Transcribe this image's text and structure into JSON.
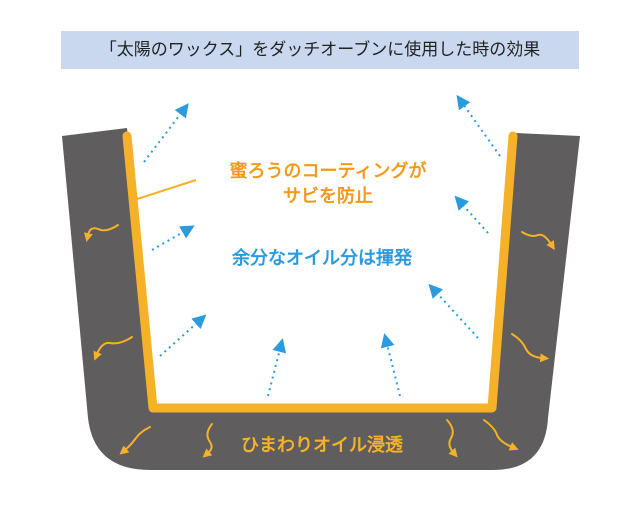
{
  "title": "「太陽のワックス」をダッチオーブンに使用した時の効果",
  "labels": {
    "wax_coating_line1": "蜜ろうのコーティングが",
    "wax_coating_line2": "サビを防止",
    "oil_evaporation": "余分なオイル分は揮発",
    "oil_penetration": "ひまわりオイル浸透"
  },
  "colors": {
    "title_bg": "#c9d8ee",
    "pot_wall": "#5f5d5e",
    "wax_layer": "#f5b128",
    "orange_text": "#f29a1c",
    "blue_text": "#2b9be0",
    "arrow_blue": "#2b9be0",
    "arrow_orange": "#f5b128"
  },
  "icons": {
    "evaporation_arrow": "dotted-arrow-up-icon",
    "penetration_arrow": "wavy-arrow-icon"
  }
}
